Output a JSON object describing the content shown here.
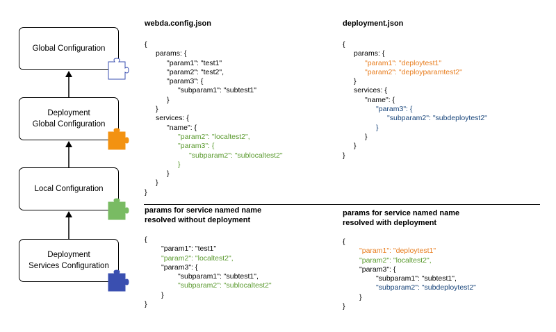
{
  "boxes": [
    {
      "lines": [
        "Global Configuration"
      ],
      "piece_color": "#ffffff",
      "piece_stroke": "#3a4fb0"
    },
    {
      "lines": [
        "Deployment",
        "Global Configuration"
      ],
      "piece_color": "#f39211",
      "piece_stroke": "#f39211"
    },
    {
      "lines": [
        "Local Configuration"
      ],
      "piece_color": "#79bb63",
      "piece_stroke": "#79bb63"
    },
    {
      "lines": [
        "Deployment",
        "Services Configuration"
      ],
      "piece_color": "#3a4fb0",
      "piece_stroke": "#3a4fb0"
    }
  ],
  "colors": {
    "green": "#5a9a2e",
    "orange": "#e87d1e",
    "blue": "#17447a"
  },
  "panels": {
    "webda": {
      "title": [
        "webda.config.json"
      ],
      "code": [
        {
          "t": "{",
          "i": 0,
          "c": "black"
        },
        {
          "t": "params: {",
          "i": 1,
          "c": "black"
        },
        {
          "t": "\"param1\": \"test1\"",
          "i": 2,
          "c": "black"
        },
        {
          "t": "\"param2\": \"test2\",",
          "i": 2,
          "c": "black"
        },
        {
          "t": "\"param3\": {",
          "i": 2,
          "c": "black"
        },
        {
          "t": "\"subparam1\": \"subtest1\"",
          "i": 3,
          "c": "black"
        },
        {
          "t": "}",
          "i": 2,
          "c": "black"
        },
        {
          "t": "}",
          "i": 1,
          "c": "black"
        },
        {
          "t": "services: {",
          "i": 1,
          "c": "black"
        },
        {
          "t": "\"name\": {",
          "i": 2,
          "c": "black"
        },
        {
          "t": "\"param2\": \"localtest2\",",
          "i": 3,
          "c": "green"
        },
        {
          "t": "\"param3\": {",
          "i": 3,
          "c": "green"
        },
        {
          "t": "\"subparam2\": \"sublocaltest2\"",
          "i": 4,
          "c": "green"
        },
        {
          "t": "}",
          "i": 3,
          "c": "green"
        },
        {
          "t": "}",
          "i": 2,
          "c": "black"
        },
        {
          "t": "}",
          "i": 1,
          "c": "black"
        },
        {
          "t": "}",
          "i": 0,
          "c": "black"
        }
      ]
    },
    "deployment": {
      "title": [
        "deployment.json"
      ],
      "code": [
        {
          "t": "{",
          "i": 0,
          "c": "black"
        },
        {
          "t": "params: {",
          "i": 1,
          "c": "black"
        },
        {
          "t": "\"param1\": \"deploytest1\"",
          "i": 2,
          "c": "orange"
        },
        {
          "t": "\"param2\": \"deployparamtest2\"",
          "i": 2,
          "c": "orange"
        },
        {
          "t": "}",
          "i": 1,
          "c": "black"
        },
        {
          "t": "services: {",
          "i": 1,
          "c": "black"
        },
        {
          "t": "\"name\": {",
          "i": 2,
          "c": "black"
        },
        {
          "t": "\"param3\": {",
          "i": 3,
          "c": "blue"
        },
        {
          "t": "\"subparam2\": \"subdeploytest2\"",
          "i": 4,
          "c": "blue"
        },
        {
          "t": "}",
          "i": 3,
          "c": "blue"
        },
        {
          "t": "}",
          "i": 2,
          "c": "black"
        },
        {
          "t": "}",
          "i": 1,
          "c": "black"
        },
        {
          "t": "}",
          "i": 0,
          "c": "black"
        }
      ]
    },
    "without": {
      "title": [
        "params for service named name",
        "resolved without deployment"
      ],
      "code": [
        {
          "t": "{",
          "i": 0,
          "c": "black"
        },
        {
          "t": "\"param1\": \"test1\"",
          "i": 1,
          "c": "black"
        },
        {
          "t": "\"param2\": \"localtest2\",",
          "i": 1,
          "c": "green"
        },
        {
          "t": "\"param3\": {",
          "i": 1,
          "c": "black"
        },
        {
          "t": "\"subparam1\": \"subtest1\",",
          "i": 2,
          "c": "black"
        },
        {
          "t": "\"subparam2\": \"sublocaltest2\"",
          "i": 2,
          "c": "green"
        },
        {
          "t": "}",
          "i": 1,
          "c": "black"
        },
        {
          "t": "}",
          "i": 0,
          "c": "black"
        }
      ]
    },
    "with": {
      "title": [
        "params for service named name",
        "resolved with deployment"
      ],
      "code": [
        {
          "t": "{",
          "i": 0,
          "c": "black"
        },
        {
          "t": "\"param1\": \"deploytest1\"",
          "i": 1,
          "c": "orange"
        },
        {
          "t": "\"param2\": \"localtest2\",",
          "i": 1,
          "c": "green"
        },
        {
          "t": "\"param3\": {",
          "i": 1,
          "c": "black"
        },
        {
          "t": "\"subparam1\": \"subtest1\",",
          "i": 2,
          "c": "black"
        },
        {
          "t": "\"subparam2\": \"subdeploytest2\"",
          "i": 2,
          "c": "blue"
        },
        {
          "t": "}",
          "i": 1,
          "c": "black"
        },
        {
          "t": "}",
          "i": 0,
          "c": "black"
        }
      ]
    }
  }
}
